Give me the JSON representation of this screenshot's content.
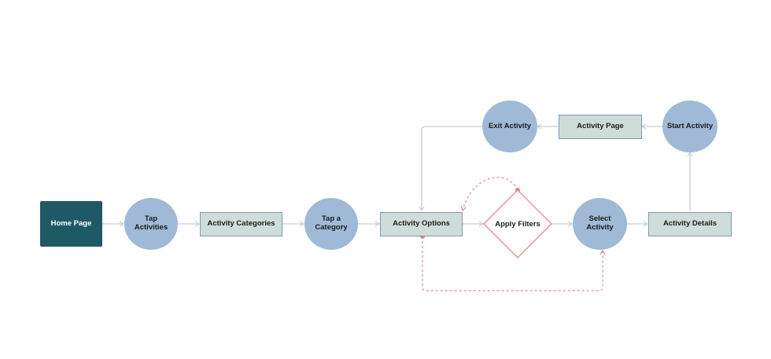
{
  "colors": {
    "start_fill": "#1e5a66",
    "circle_fill": "#a0b9d6",
    "rect_fill": "#cfddd9",
    "rect_border": "#7f95b5",
    "connector": "#c9cdd3",
    "dashed_connector": "#d98c8c",
    "diamond_border": "#d98c8c"
  },
  "nodes": {
    "home_page": "Home Page",
    "tap_activities": "Tap\nActivities",
    "activity_categories": "Activity Categories",
    "tap_a_category": "Tap a\nCategory",
    "activity_options": "Activity Options",
    "apply_filters": "Apply Filters",
    "select_activity": "Select\nActivity",
    "activity_details": "Activity Details",
    "start_activity": "Start Activity",
    "activity_page": "Activity Page",
    "exit_activity": "Exit Activity"
  }
}
